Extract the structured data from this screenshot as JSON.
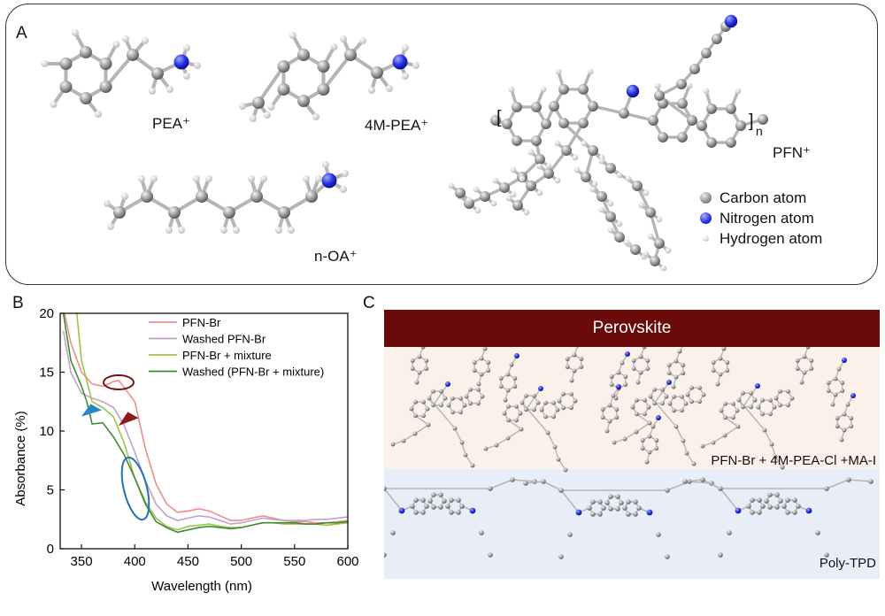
{
  "panel_labels": {
    "a": "A",
    "b": "B",
    "c": "C"
  },
  "molecules": {
    "pea": "PEA⁺",
    "mpea": "4M-PEA⁺",
    "noa": "n-OA⁺",
    "pfn": "PFN⁺",
    "pfn_bracket_open": "[",
    "pfn_bracket_close": "]",
    "pfn_subscript": "n"
  },
  "atom_legend": [
    {
      "label": "Carbon atom",
      "color": "#8e8e8e"
    },
    {
      "label": "Nitrogen atom",
      "color": "#2230d8"
    },
    {
      "label": "Hydrogen atom",
      "color": "#e6e6e6"
    }
  ],
  "chart_data": {
    "type": "line",
    "xlabel": "Wavelength (nm)",
    "ylabel": "Absorbance (%)",
    "xlim": [
      330,
      600
    ],
    "ylim": [
      0,
      20
    ],
    "x_ticks": [
      "350",
      "400",
      "450",
      "500",
      "550",
      "600"
    ],
    "y_ticks": [
      "0",
      "5",
      "10",
      "15",
      "20"
    ],
    "legend_position": "top-right",
    "series": [
      {
        "name": "PFN-Br",
        "color": "#f28b8b",
        "x": [
          333,
          340,
          350,
          360,
          370,
          380,
          385,
          390,
          400,
          410,
          420,
          430,
          440,
          450,
          460,
          470,
          480,
          490,
          500,
          510,
          520,
          530,
          540,
          550,
          560,
          570,
          580,
          590,
          600
        ],
        "y": [
          20.5,
          17.5,
          15.0,
          14.0,
          13.8,
          14.2,
          14.3,
          13.7,
          12.5,
          8.5,
          5.5,
          3.8,
          3.1,
          3.2,
          3.4,
          3.2,
          2.8,
          2.4,
          2.4,
          2.6,
          2.8,
          2.6,
          2.4,
          2.3,
          2.3,
          2.2,
          2.2,
          2.3,
          2.4
        ]
      },
      {
        "name": "Washed PFN-Br",
        "color": "#c3a0c8",
        "x": [
          333,
          340,
          350,
          360,
          370,
          380,
          390,
          400,
          410,
          420,
          430,
          440,
          450,
          460,
          470,
          480,
          490,
          500,
          510,
          520,
          530,
          540,
          550,
          560,
          570,
          580,
          590,
          600
        ],
        "y": [
          18.5,
          15.0,
          13.2,
          12.8,
          12.5,
          12.0,
          10.5,
          8.2,
          5.8,
          3.8,
          2.8,
          2.4,
          2.6,
          2.8,
          2.7,
          2.4,
          2.1,
          2.2,
          2.4,
          2.6,
          2.5,
          2.4,
          2.4,
          2.4,
          2.5,
          2.5,
          2.6,
          2.7
        ]
      },
      {
        "name": "PFN-Br + mixture",
        "color": "#9ec24a",
        "x": [
          345,
          350,
          360,
          370,
          380,
          390,
          400,
          410,
          420,
          430,
          440,
          450,
          460,
          470,
          480,
          490,
          500,
          510,
          520,
          530,
          540,
          550,
          560,
          570,
          580,
          590,
          600
        ],
        "y": [
          20.5,
          16.0,
          12.5,
          12.0,
          11.2,
          9.0,
          6.0,
          4.0,
          2.6,
          1.9,
          1.6,
          1.9,
          2.0,
          2.1,
          1.9,
          1.8,
          1.8,
          2.0,
          2.2,
          2.2,
          2.1,
          2.1,
          2.1,
          2.1,
          2.0,
          2.1,
          2.2
        ]
      },
      {
        "name": "Washed (PFN-Br + mixture)",
        "color": "#3d8c30",
        "x": [
          333,
          340,
          350,
          355,
          360,
          370,
          380,
          390,
          400,
          410,
          420,
          430,
          440,
          450,
          460,
          470,
          480,
          490,
          500,
          510,
          520,
          530,
          540,
          550,
          560,
          570,
          580,
          590,
          600
        ],
        "y": [
          20.0,
          16.0,
          13.8,
          12.5,
          10.6,
          10.7,
          9.5,
          8.0,
          6.0,
          3.8,
          2.3,
          1.8,
          1.4,
          1.6,
          1.8,
          1.9,
          1.8,
          1.7,
          1.8,
          2.0,
          2.2,
          2.2,
          2.2,
          2.2,
          2.1,
          2.1,
          2.2,
          2.2,
          2.3
        ]
      }
    ]
  },
  "layers": {
    "perovskite": "Perovskite",
    "interlayer": "PFN-Br + 4M-PEA-Cl +MA-I",
    "htl": "Poly-TPD"
  }
}
